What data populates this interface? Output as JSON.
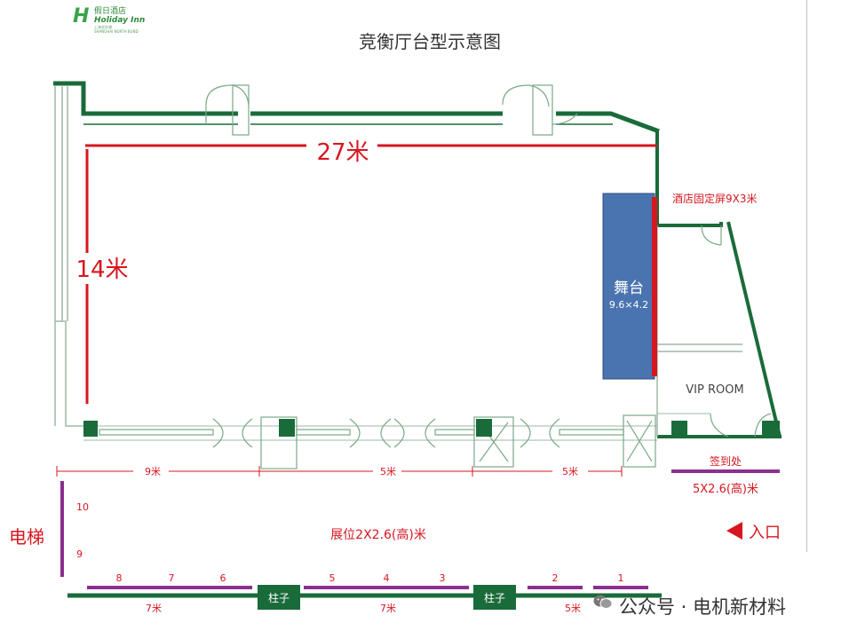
{
  "logo": {
    "mark": "H",
    "cn": "假日酒店",
    "en": "Holiday Inn",
    "small1": "上海北外滩",
    "small2": "SHANGHAI NORTH BUND"
  },
  "title": "竞衡厅台型示意图",
  "dims": {
    "length": "27米",
    "width": "14米"
  },
  "stage": {
    "label": "舞台",
    "size": "9.6×4.2"
  },
  "screen_label": "酒店固定屏9X3米",
  "vip_room": "VIP ROOM",
  "measure_top": {
    "a": "9米",
    "b": "5米",
    "c": "5米"
  },
  "signin": {
    "label": "签到处",
    "size": "5X2.6(高)米"
  },
  "elevator": "电梯",
  "booth_label": "展位2X2.6(高)米",
  "entrance": "入口",
  "booths_left": {
    "b10": "10",
    "b9": "9"
  },
  "booths_bottom": {
    "b8": "8",
    "b7": "7",
    "b6": "6",
    "b5": "5",
    "b4": "4",
    "b3": "3",
    "b2": "2",
    "b1": "1"
  },
  "pillar": {
    "p1": "柱子",
    "p2": "柱子"
  },
  "measure_bottom": {
    "a": "7米",
    "b": "7米",
    "c": "5米"
  },
  "watermark": "公众号 · 电机新材料",
  "colors": {
    "wall": "#1a6b3a",
    "dimension": "#d7171f",
    "stage_fill": "#4a74b0",
    "booth_line": "#8b2f8f",
    "pillar": "#1a6b3a"
  }
}
